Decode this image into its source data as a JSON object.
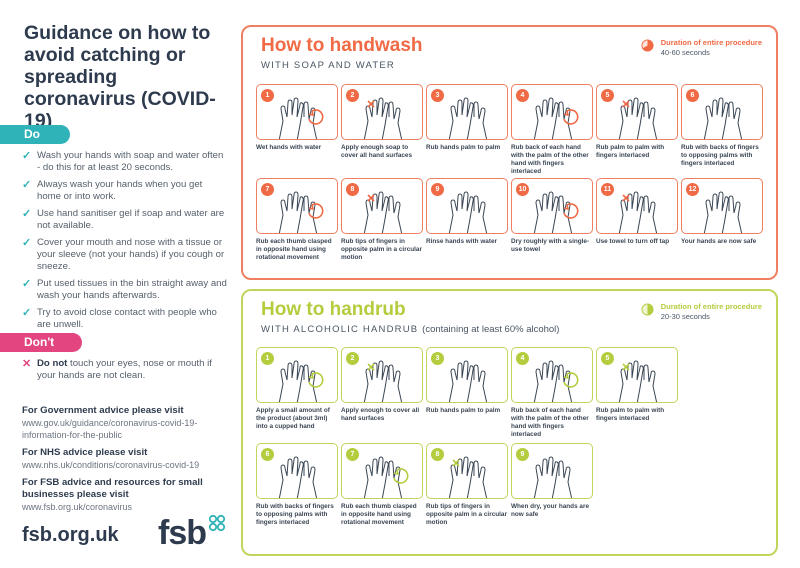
{
  "title": "Guidance on how to avoid catching or spreading coronavirus (COVID-19)",
  "do_section": {
    "label": "Do",
    "items": [
      "Wash your hands with soap and water often - do this for at least 20 seconds.",
      "Always wash your hands when you get home or into work.",
      "Use hand sanitiser gel if soap and water are not available.",
      "Cover your mouth and nose with a tissue or your sleeve (not your hands) if you cough or sneeze.",
      "Put used tissues in the bin straight away and wash your hands afterwards.",
      "Try to avoid close contact with people who are unwell."
    ]
  },
  "dont_section": {
    "label": "Don't",
    "bold": "Do not",
    "text": "touch your eyes, nose or mouth if your hands are not clean."
  },
  "advice": [
    {
      "heading": "For Government advice please visit",
      "url": "www.gov.uk/guidance/coronavirus-covid-19-information-for-the-public"
    },
    {
      "heading": "For NHS advice please visit",
      "url": "www.nhs.uk/conditions/coronavirus-covid-19"
    },
    {
      "heading": "For FSB advice and resources for small businesses please visit",
      "url": "www.fsb.org.uk/coronavirus"
    }
  ],
  "footer": {
    "site": "fsb.org.uk",
    "logo": "fsb"
  },
  "colors": {
    "teal": "#2fb3b8",
    "pink": "#e2457f",
    "orange": "#ef6a45",
    "lime": "#b4cd3f",
    "navy": "#2e3b4e"
  },
  "handwash": {
    "title": "How to handwash",
    "subtitle": "WITH SOAP AND WATER",
    "duration_label": "Duration of entire procedure",
    "duration_value": "40-60 seconds",
    "steps": [
      {
        "num": "1",
        "caption": "Wet hands with water",
        "icon": "tap-water-icon"
      },
      {
        "num": "2",
        "caption": "Apply enough soap to cover all hand surfaces",
        "icon": "soap-dispenser-icon"
      },
      {
        "num": "3",
        "caption": "Rub hands palm to palm",
        "icon": "palm-rub-icon"
      },
      {
        "num": "4",
        "caption": "Rub back of each hand with the palm of the other hand with fingers interlaced",
        "icon": "back-of-hand-icon"
      },
      {
        "num": "5",
        "caption": "Rub palm to palm with fingers interlaced",
        "icon": "interlaced-fingers-icon"
      },
      {
        "num": "6",
        "caption": "Rub with backs of fingers to opposing palms with fingers interlaced",
        "icon": "backs-of-fingers-icon"
      },
      {
        "num": "7",
        "caption": "Rub each thumb clasped in opposite hand using rotational movement",
        "icon": "thumb-rotation-icon"
      },
      {
        "num": "8",
        "caption": "Rub tips of fingers in opposite palm in a circular motion",
        "icon": "fingertips-icon"
      },
      {
        "num": "9",
        "caption": "Rinse hands with water",
        "icon": "rinse-icon"
      },
      {
        "num": "10",
        "caption": "Dry roughly with a single-use towel",
        "icon": "towel-icon"
      },
      {
        "num": "11",
        "caption": "Use towel to turn off tap",
        "icon": "turn-off-tap-icon"
      },
      {
        "num": "12",
        "caption": "Your hands are now safe",
        "icon": "safe-hands-icon"
      }
    ]
  },
  "handrub": {
    "title": "How to handrub",
    "subtitle_main": "WITH ALCOHOLIC HANDRUB",
    "subtitle_extra": "(containing at least 60% alcohol)",
    "duration_label": "Duration of entire procedure",
    "duration_value": "20-30 seconds",
    "steps": [
      {
        "num": "1",
        "caption": "Apply a small amount of the product (about 3ml) into a cupped hand",
        "icon": "sanitiser-bottle-icon"
      },
      {
        "num": "2",
        "caption": "Apply enough to cover all hand surfaces",
        "icon": "cover-hands-icon"
      },
      {
        "num": "3",
        "caption": "Rub hands palm to palm",
        "icon": "palm-rub-icon"
      },
      {
        "num": "4",
        "caption": "Rub back of each hand with the palm of the other hand with fingers interlaced",
        "icon": "back-of-hand-icon"
      },
      {
        "num": "5",
        "caption": "Rub palm to palm with fingers interlaced",
        "icon": "interlaced-fingers-icon"
      },
      {
        "num": "6",
        "caption": "Rub with backs of fingers to opposing palms with fingers interlaced",
        "icon": "backs-of-fingers-icon"
      },
      {
        "num": "7",
        "caption": "Rub each thumb clasped in opposite hand using rotational movement",
        "icon": "thumb-rotation-icon"
      },
      {
        "num": "8",
        "caption": "Rub tips of fingers in opposite palm in a circular motion",
        "icon": "fingertips-icon"
      },
      {
        "num": "9",
        "caption": "When dry, your hands are now safe",
        "icon": "safe-hands-icon"
      }
    ]
  }
}
